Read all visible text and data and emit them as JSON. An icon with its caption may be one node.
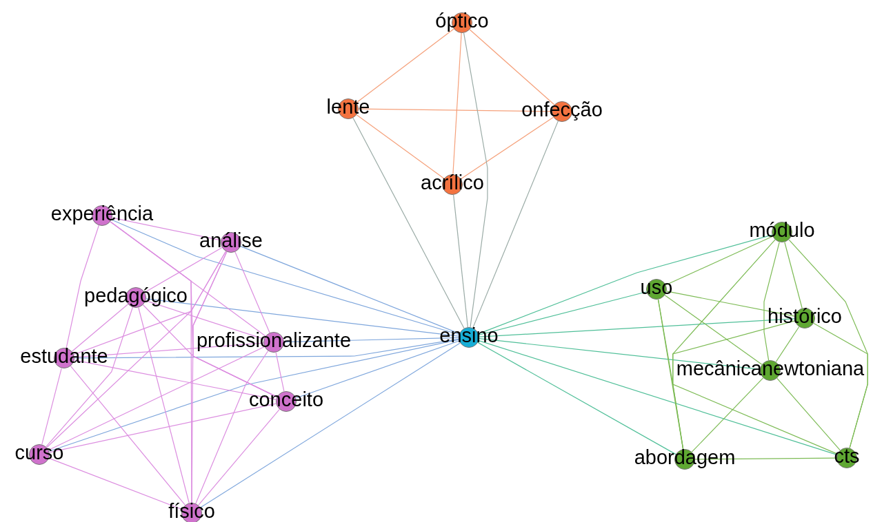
{
  "diagram": {
    "nodes": [
      {
        "text": [
          "óptico"
        ]
      },
      {
        "text": [
          "lente"
        ]
      },
      {
        "text": [
          "onfecção"
        ]
      },
      {
        "text": [
          "acrílico"
        ]
      },
      {
        "text": [
          "ensino"
        ]
      },
      {
        "text": [
          "experiência"
        ]
      },
      {
        "text": [
          "análise"
        ]
      },
      {
        "text": [
          "pedagógico"
        ]
      },
      {
        "text": [
          "profissionalizante"
        ]
      },
      {
        "text": [
          "estudante"
        ]
      },
      {
        "text": [
          "conceito"
        ]
      },
      {
        "text": [
          "curso"
        ]
      },
      {
        "text": [
          "físico"
        ]
      },
      {
        "text": [
          "módulo"
        ]
      },
      {
        "text": [
          "uso"
        ]
      },
      {
        "text": [
          "histórico"
        ]
      },
      {
        "text": [
          "mecânicanewtoniana"
        ]
      },
      {
        "text": [
          "abordagem"
        ]
      },
      {
        "text": [
          "cts"
        ]
      }
    ],
    "edges": [
      {
        "from": 0,
        "to": 1,
        "arrow": "none",
        "color": "#f5a07a"
      },
      {
        "from": 0,
        "to": 2,
        "arrow": "none",
        "color": "#f5a07a"
      },
      {
        "from": 0,
        "to": 3,
        "arrow": "none",
        "color": "#f5a07a"
      },
      {
        "from": 1,
        "to": 2,
        "arrow": "none",
        "color": "#f5a07a"
      },
      {
        "from": 1,
        "to": 3,
        "arrow": "none",
        "color": "#f5a07a"
      },
      {
        "from": 2,
        "to": 3,
        "arrow": "none",
        "color": "#f5a07a"
      },
      {
        "from": 0,
        "to": 4,
        "arrow": "none",
        "color": "#9aaba6"
      },
      {
        "from": 1,
        "to": 4,
        "arrow": "none",
        "color": "#9aaba6"
      },
      {
        "from": 2,
        "to": 4,
        "arrow": "none",
        "color": "#9aaba6"
      },
      {
        "from": 3,
        "to": 4,
        "arrow": "none",
        "color": "#9aaba6"
      },
      {
        "from": 5,
        "to": 4,
        "arrow": "none",
        "color": "#7ea6dc"
      },
      {
        "from": 6,
        "to": 4,
        "arrow": "none",
        "color": "#7ea6dc"
      },
      {
        "from": 7,
        "to": 4,
        "arrow": "none",
        "color": "#7ea6dc"
      },
      {
        "from": 8,
        "to": 4,
        "arrow": "none",
        "color": "#7ea6dc"
      },
      {
        "from": 9,
        "to": 4,
        "arrow": "none",
        "color": "#7ea6dc"
      },
      {
        "from": 10,
        "to": 4,
        "arrow": "none",
        "color": "#7ea6dc"
      },
      {
        "from": 11,
        "to": 4,
        "arrow": "none",
        "color": "#7ea6dc"
      },
      {
        "from": 12,
        "to": 4,
        "arrow": "none",
        "color": "#7ea6dc"
      },
      {
        "from": 4,
        "to": 13,
        "arrow": "none",
        "color": "#4fbf98"
      },
      {
        "from": 4,
        "to": 14,
        "arrow": "none",
        "color": "#4fbf98"
      },
      {
        "from": 4,
        "to": 15,
        "arrow": "none",
        "color": "#4fbf98"
      },
      {
        "from": 4,
        "to": 16,
        "arrow": "none",
        "color": "#4fbf98"
      },
      {
        "from": 4,
        "to": 17,
        "arrow": "none",
        "color": "#4fbf98"
      },
      {
        "from": 4,
        "to": 18,
        "arrow": "none",
        "color": "#4fbf98"
      },
      {
        "from": 5,
        "to": 6,
        "arrow": "none"
      },
      {
        "from": 5,
        "to": 9,
        "arrow": "none"
      },
      {
        "from": 5,
        "to": 8,
        "arrow": "none"
      },
      {
        "from": 5,
        "to": 10,
        "arrow": "none"
      },
      {
        "from": 5,
        "to": 12,
        "arrow": "none"
      },
      {
        "from": 6,
        "to": 7,
        "arrow": "none"
      },
      {
        "from": 6,
        "to": 9,
        "arrow": "none"
      },
      {
        "from": 6,
        "to": 11,
        "arrow": "none"
      },
      {
        "from": 6,
        "to": 12,
        "arrow": "none"
      },
      {
        "from": 6,
        "to": 8,
        "arrow": "none"
      },
      {
        "from": 6,
        "to": 10,
        "arrow": "none"
      },
      {
        "from": 7,
        "to": 9,
        "arrow": "none"
      },
      {
        "from": 7,
        "to": 11,
        "arrow": "none"
      },
      {
        "from": 7,
        "to": 12,
        "arrow": "none"
      },
      {
        "from": 7,
        "to": 8,
        "arrow": "none"
      },
      {
        "from": 7,
        "to": 10,
        "arrow": "none"
      },
      {
        "from": 9,
        "to": 8,
        "arrow": "none"
      },
      {
        "from": 9,
        "to": 10,
        "arrow": "none"
      },
      {
        "from": 9,
        "to": 11,
        "arrow": "none"
      },
      {
        "from": 9,
        "to": 12,
        "arrow": "none"
      },
      {
        "from": 8,
        "to": 11,
        "arrow": "none"
      },
      {
        "from": 8,
        "to": 10,
        "arrow": "none"
      },
      {
        "from": 8,
        "to": 12,
        "arrow": "none"
      },
      {
        "from": 10,
        "to": 11,
        "arrow": "none"
      },
      {
        "from": 10,
        "to": 12,
        "arrow": "none"
      },
      {
        "from": 11,
        "to": 12,
        "arrow": "none"
      },
      {
        "from": 13,
        "to": 14,
        "arrow": "none",
        "color": "#7dbb55"
      },
      {
        "from": 13,
        "to": 15,
        "arrow": "none",
        "color": "#7dbb55"
      },
      {
        "from": 13,
        "to": 16,
        "arrow": "none",
        "color": "#7dbb55"
      },
      {
        "from": 13,
        "to": 17,
        "arrow": "none",
        "color": "#7dbb55"
      },
      {
        "from": 13,
        "to": 18,
        "arrow": "none",
        "color": "#7dbb55"
      },
      {
        "from": 14,
        "to": 15,
        "arrow": "none",
        "color": "#7dbb55"
      },
      {
        "from": 14,
        "to": 16,
        "arrow": "none",
        "color": "#7dbb55"
      },
      {
        "from": 14,
        "to": 17,
        "arrow": "none",
        "color": "#7dbb55"
      },
      {
        "from": 14,
        "to": 18,
        "arrow": "none",
        "color": "#7dbb55"
      },
      {
        "from": 15,
        "to": 16,
        "arrow": "none",
        "color": "#7dbb55"
      },
      {
        "from": 15,
        "to": 17,
        "arrow": "none",
        "color": "#7dbb55"
      },
      {
        "from": 15,
        "to": 18,
        "arrow": "none",
        "color": "#7dbb55"
      },
      {
        "from": 16,
        "to": 17,
        "arrow": "none",
        "color": "#7dbb55"
      },
      {
        "from": 16,
        "to": 18,
        "arrow": "none",
        "color": "#7dbb55"
      },
      {
        "from": 17,
        "to": 18,
        "arrow": "none",
        "color": "#7dbb55"
      }
    ]
  }
}
